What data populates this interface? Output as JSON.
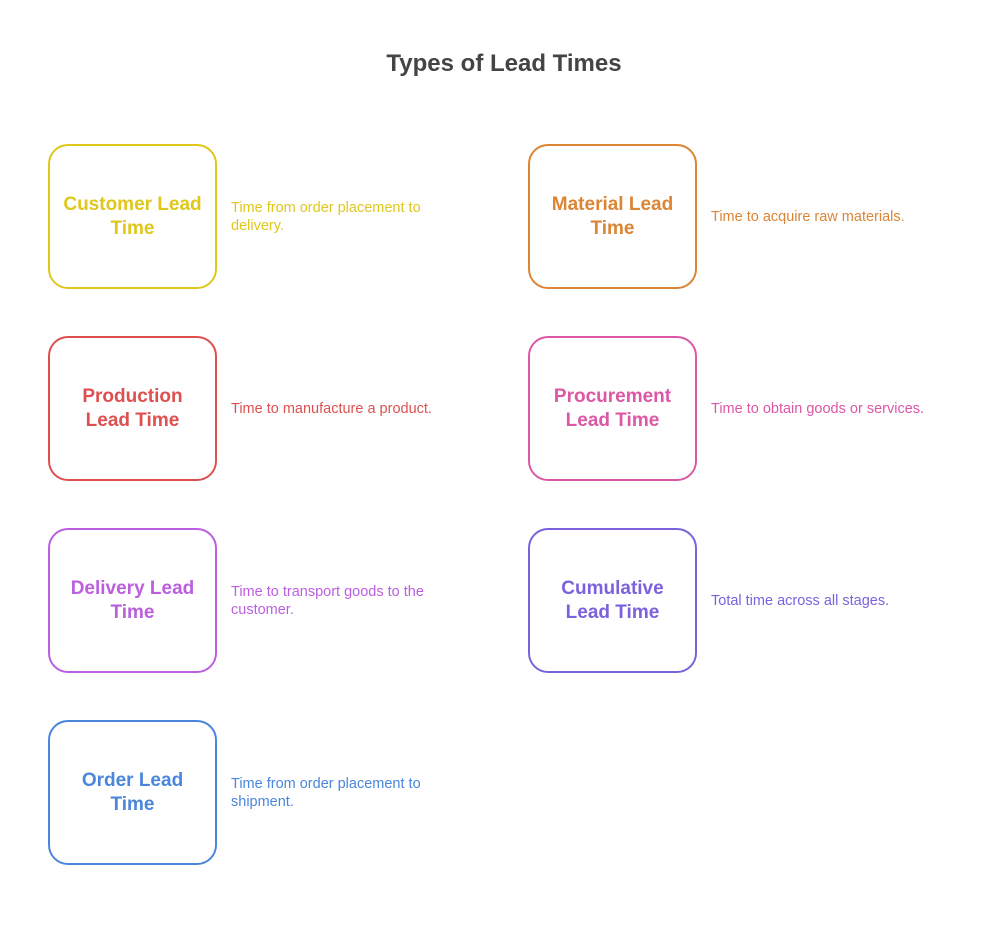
{
  "title": "Types of Lead Times",
  "items": [
    {
      "label": "Customer Lead Time",
      "description": "Time from order placement to delivery.",
      "color": "#e0c71b"
    },
    {
      "label": "Material Lead Time",
      "description": "Time to acquire raw materials.",
      "color": "#db8535"
    },
    {
      "label": "Production Lead Time",
      "description": "Time to manufacture a product.",
      "color": "#de5050"
    },
    {
      "label": "Procurement Lead Time",
      "description": "Time to obtain goods or services.",
      "color": "#dc58a5"
    },
    {
      "label": "Delivery Lead Time",
      "description": "Time to transport goods to the customer.",
      "color": "#bb5fe0"
    },
    {
      "label": "Cumulative Lead Time",
      "description": "Total time across all stages.",
      "color": "#7b62dc"
    },
    {
      "label": "Order Lead Time",
      "description": "Time from order placement to shipment.",
      "color": "#4a86dc"
    }
  ]
}
